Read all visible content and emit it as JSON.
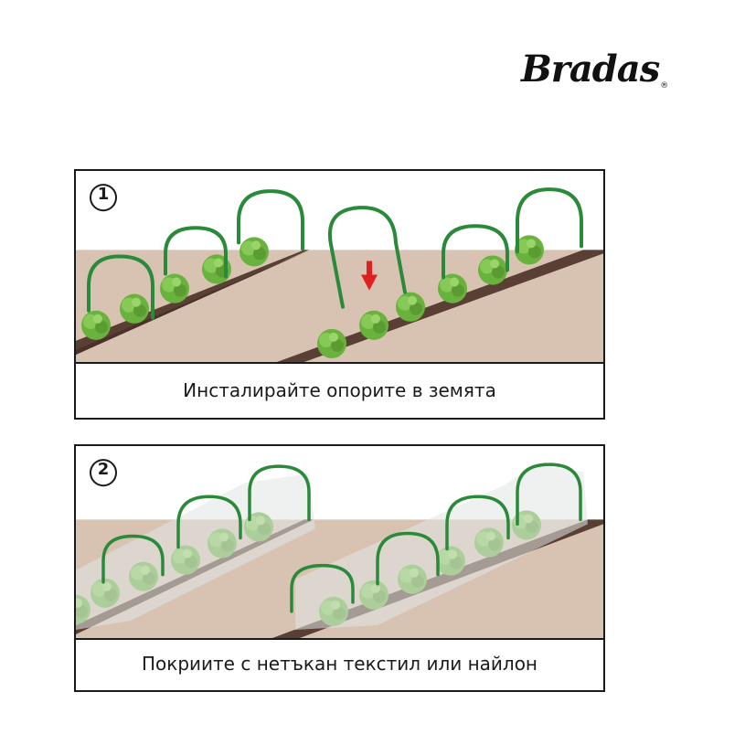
{
  "brand": {
    "logo_text": "Bradas",
    "registered": "®"
  },
  "steps": [
    {
      "number": "1",
      "caption": "Инсталирайте опорите в земята"
    },
    {
      "number": "2",
      "caption": "Покриите с нетъкан текстил или найлон"
    }
  ],
  "colors": {
    "soil": "#d8c3b2",
    "bed": "#5a4034",
    "arch": "#2b8a3a",
    "plant": "#6ab23e",
    "arrow": "#e02020",
    "border": "#1a1a1a"
  },
  "icons": {
    "arrow": "arrow-down-icon",
    "plant": "lettuce-icon",
    "arch": "arch-support-icon"
  }
}
